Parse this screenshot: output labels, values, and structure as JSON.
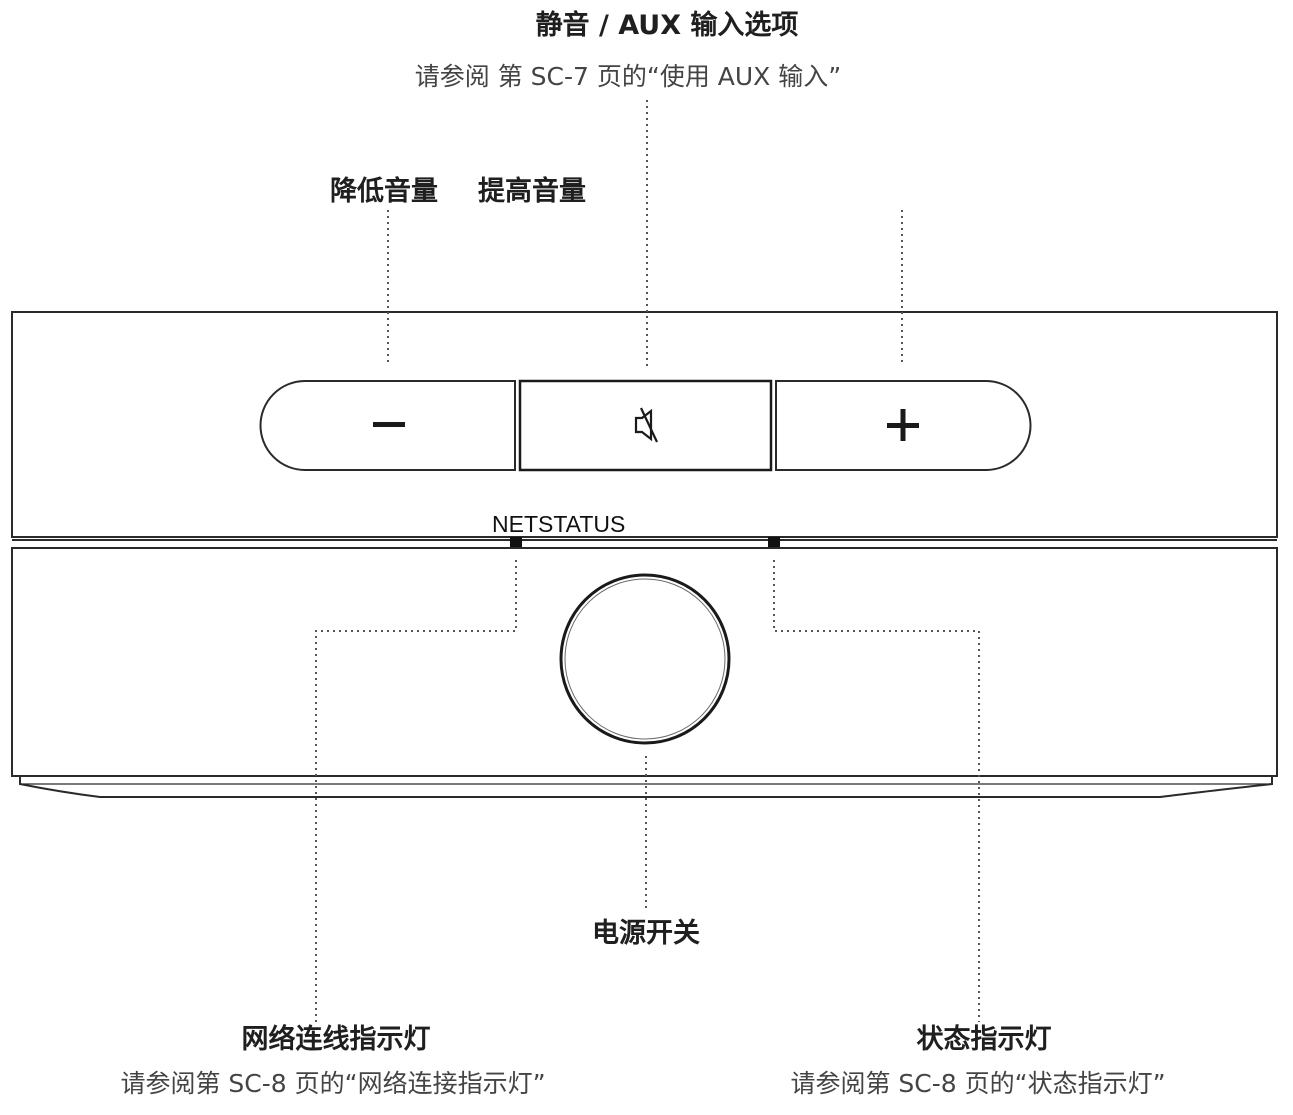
{
  "callouts": {
    "mute_aux": {
      "title": "静音 / AUX 输入选项",
      "ref": "请参阅 第 SC-7 页的“使用 AUX 输入”"
    },
    "volume_down": {
      "title": "降低音量"
    },
    "volume_up": {
      "title": "提高音量"
    },
    "power": {
      "title": "电源开关"
    },
    "network_led": {
      "title": "网络连线指示灯",
      "ref": "请参阅第 SC-8 页的“网络连接指示灯”"
    },
    "status_led": {
      "title": "状态指示灯",
      "ref": "请参阅第 SC-8 页的“状态指示灯”"
    }
  },
  "device": {
    "panel_text": "NETSTATUS",
    "buttons": {
      "minus_symbol": "−",
      "plus_symbol": "+",
      "mute_icon": "speaker-muted-icon"
    }
  }
}
